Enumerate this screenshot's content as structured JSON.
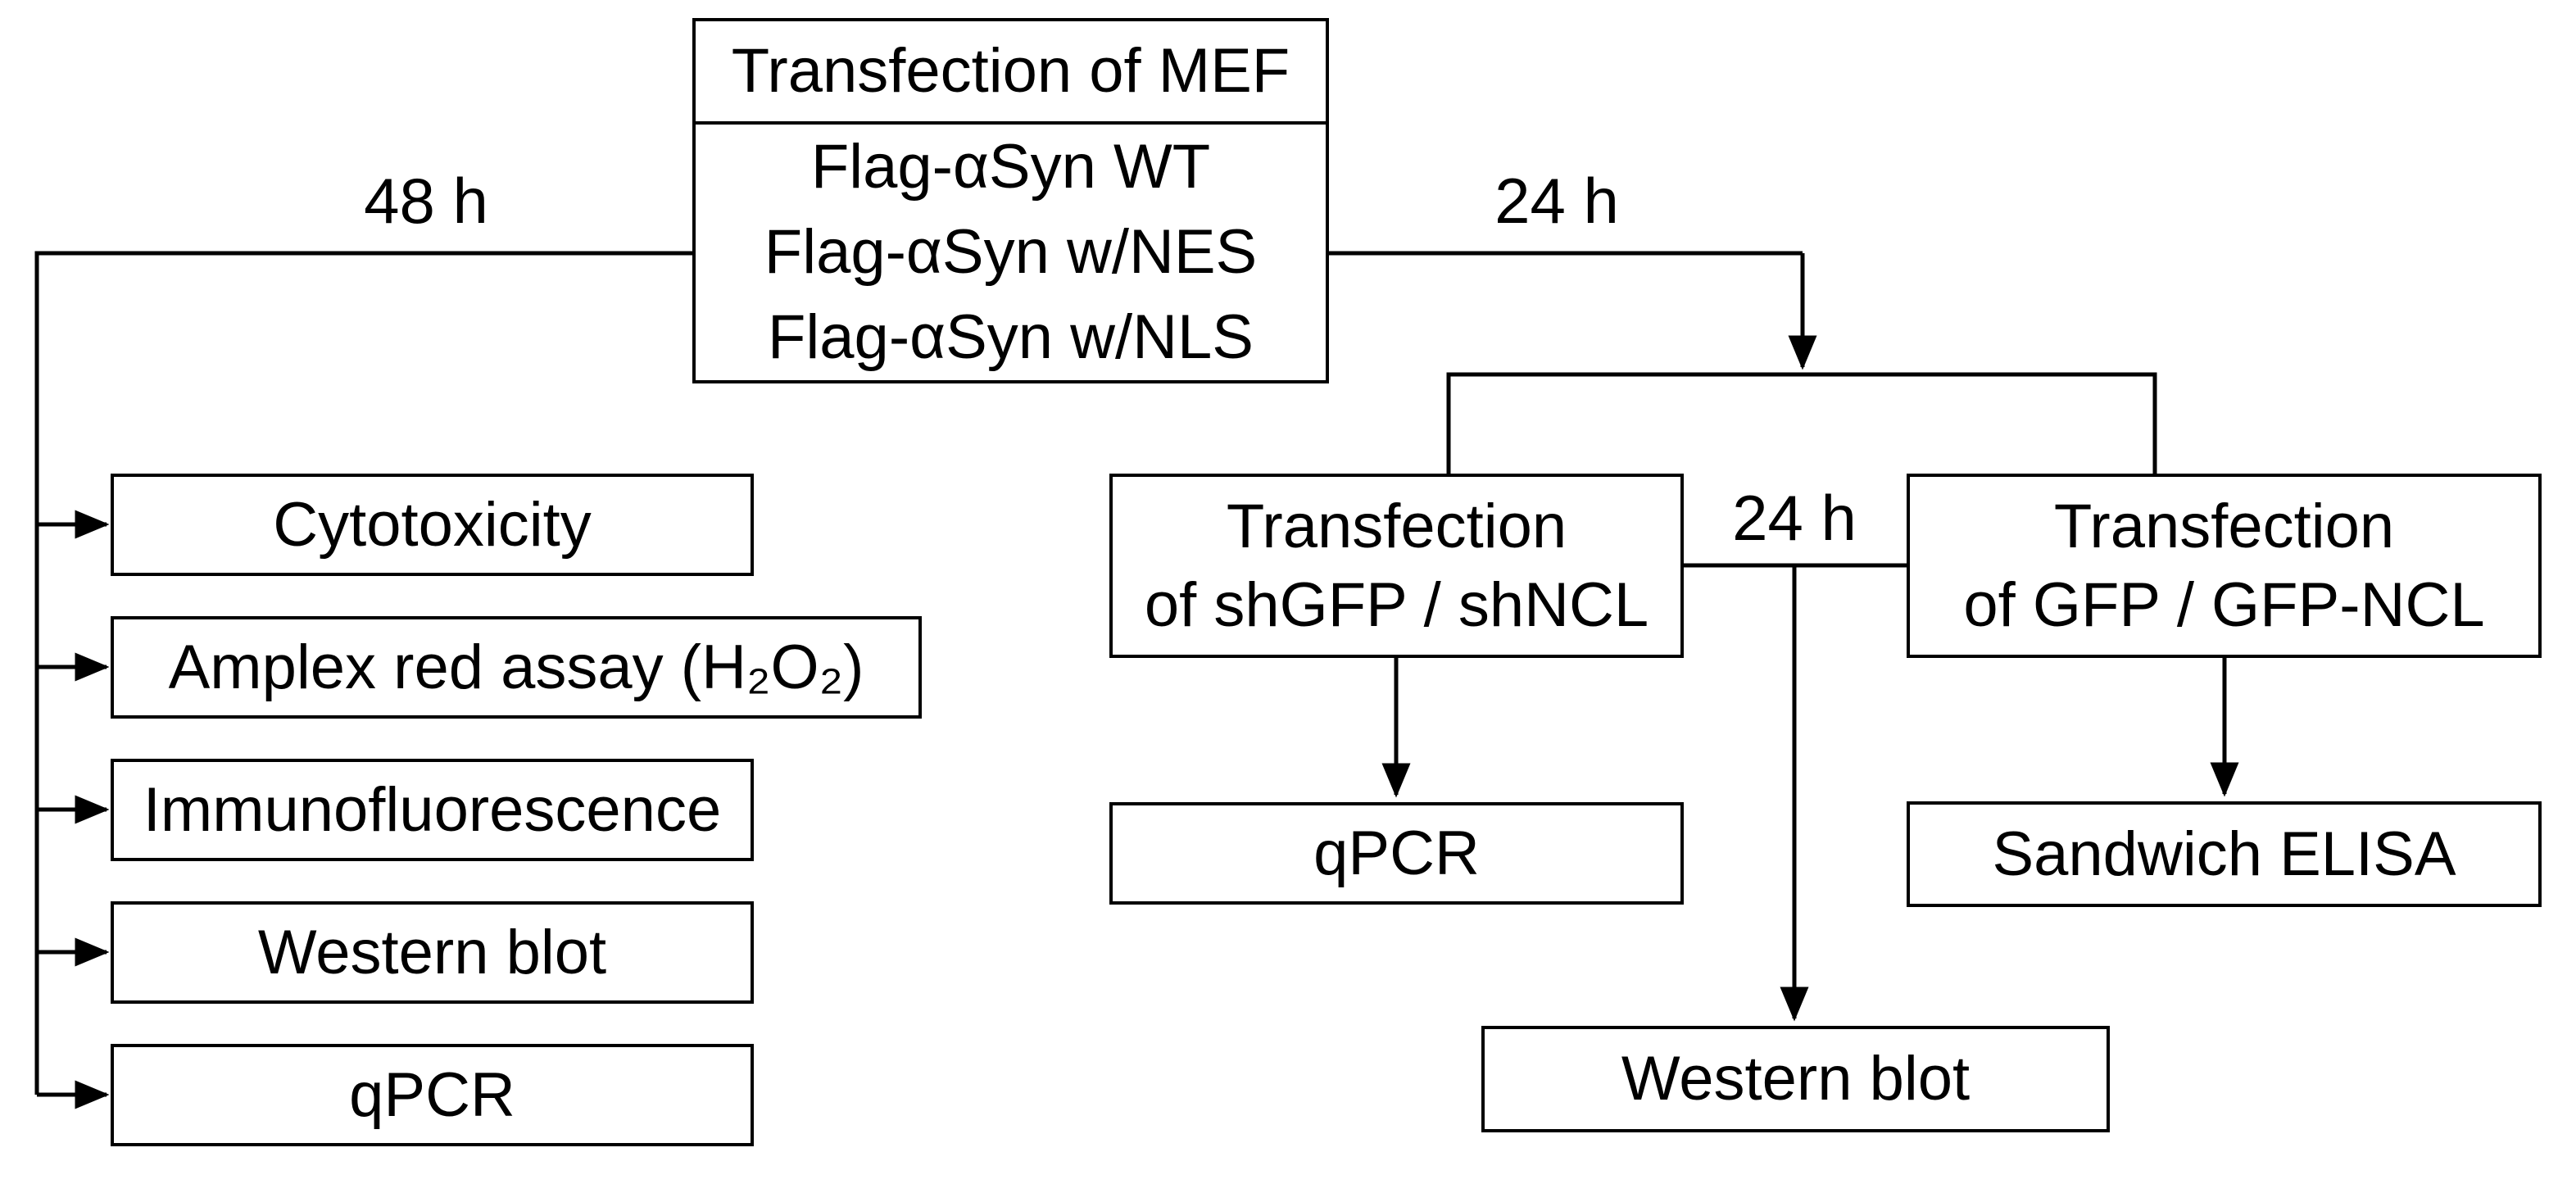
{
  "diagram": {
    "top_box": {
      "title": "Transfection of MEF",
      "constructs": [
        "Flag-αSyn WT",
        "Flag-αSyn w/NES",
        "Flag-αSyn w/NLS"
      ]
    },
    "time_labels": {
      "left_branch": "48 h",
      "right_branch": "24 h",
      "middle": "24 h"
    },
    "left_branch": {
      "assays": [
        "Cytotoxicity",
        "Amplex red assay (H₂O₂)",
        "Immunofluorescence",
        "Western blot",
        "qPCR"
      ]
    },
    "right_branch": {
      "knockdown": {
        "line1": "Transfection",
        "line2": "of shGFP / shNCL",
        "result": "qPCR"
      },
      "overexpression": {
        "line1": "Transfection",
        "line2": "of GFP / GFP-NCL",
        "result": "Sandwich ELISA"
      },
      "shared_result": "Western blot"
    },
    "colors": {
      "line": "#000000",
      "background": "#ffffff",
      "text": "#000000"
    }
  }
}
